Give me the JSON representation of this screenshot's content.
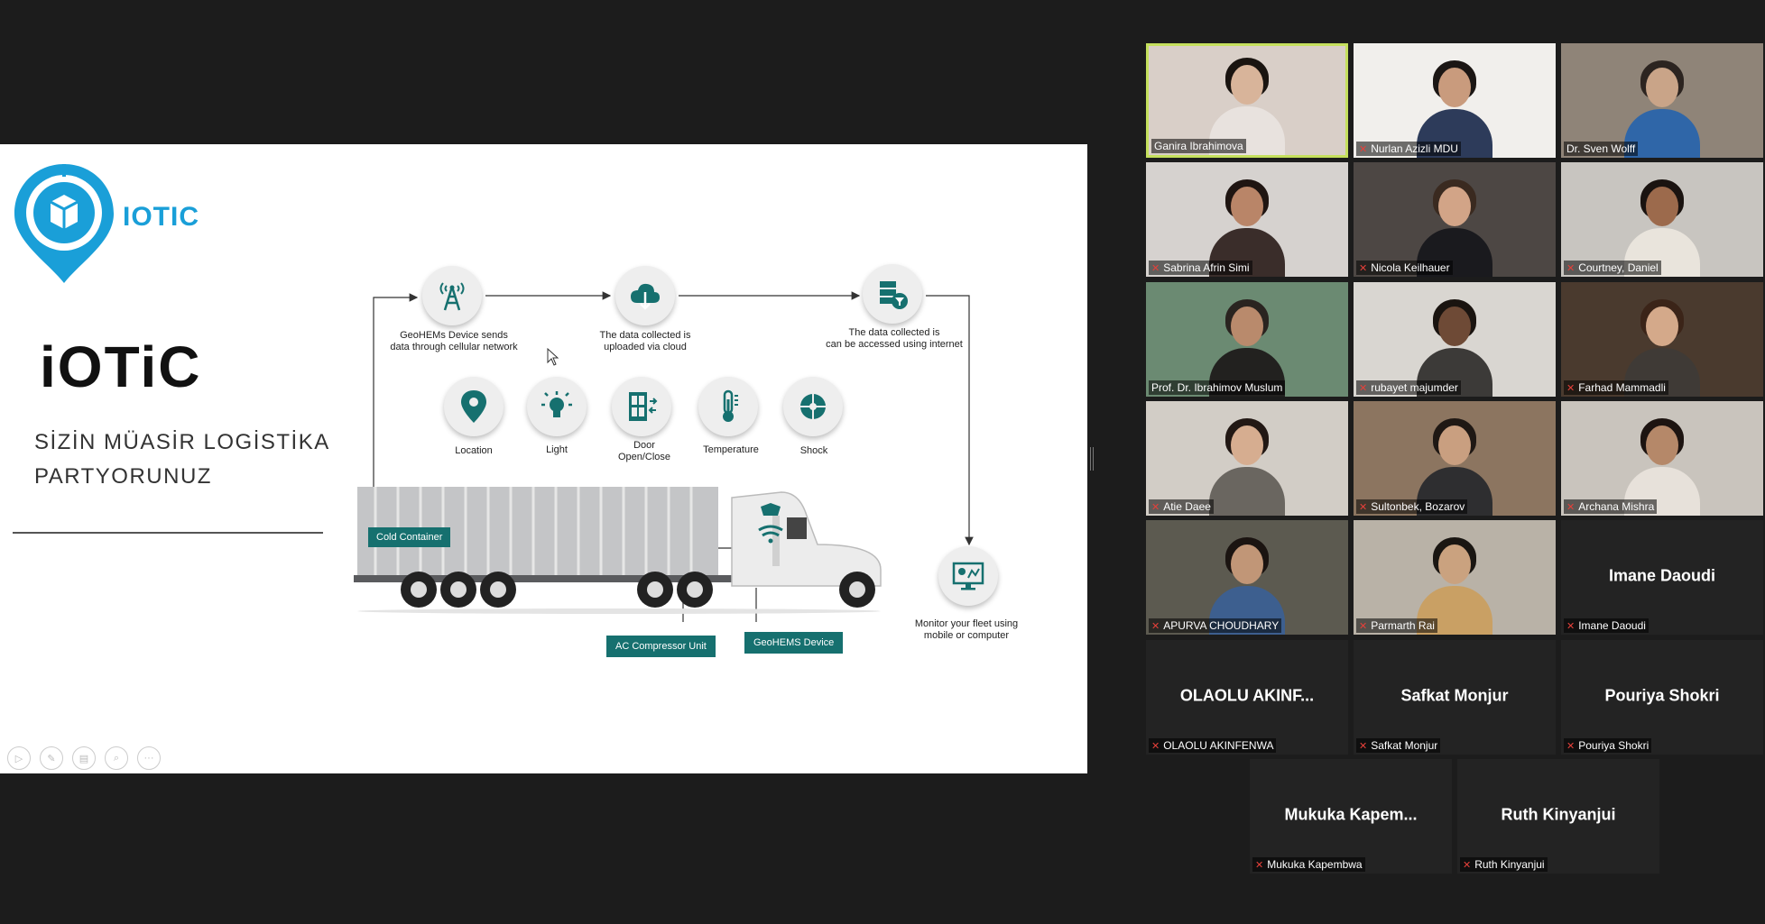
{
  "slide": {
    "logo_text": "IOTIC",
    "title": "iOTiC",
    "subtitle_line1": "SİZİN MÜASİR LOGİSTİKA",
    "subtitle_line2": "PARTYORUNUZ",
    "steps": [
      {
        "icon": "cell-tower-icon",
        "caption_1": "GeoHEMs Device sends",
        "caption_2": "data through cellular network"
      },
      {
        "icon": "cloud-upload-icon",
        "caption_1": "The data collected is",
        "caption_2": "uploaded via cloud"
      },
      {
        "icon": "server-filter-icon",
        "caption_1": "The data collected is",
        "caption_2": "can be accessed using internet"
      }
    ],
    "sensors": [
      {
        "icon": "location-pin-icon",
        "label_1": "Location",
        "label_2": ""
      },
      {
        "icon": "lightbulb-icon",
        "label_1": "Light",
        "label_2": ""
      },
      {
        "icon": "door-icon",
        "label_1": "Door",
        "label_2": "Open/Close"
      },
      {
        "icon": "thermometer-icon",
        "label_1": "Temperature",
        "label_2": ""
      },
      {
        "icon": "shock-crosshair-icon",
        "label_1": "Shock",
        "label_2": ""
      }
    ],
    "cold_container_label": "Cold Container",
    "ac_unit_label": "AC Compressor Unit",
    "device_label": "GeoHEMS Device",
    "monitor_caption_1": "Monitor your fleet using",
    "monitor_caption_2": "mobile or computer",
    "controls": [
      "play-icon",
      "pen-icon",
      "slides-icon",
      "zoom-icon",
      "more-icon"
    ]
  },
  "participants": [
    {
      "name": "Ganira Ibrahimova",
      "muted": false,
      "video": true,
      "active": true,
      "bg": "#d9cfc8",
      "skin": "#d8b49a",
      "hair": "#1a1410",
      "shirt": "#e8e2de"
    },
    {
      "name": "Nurlan Azizli MDU",
      "muted": true,
      "video": true,
      "active": false,
      "bg": "#f1efec",
      "skin": "#c99b7d",
      "hair": "#1b1614",
      "shirt": "#2d3b5a"
    },
    {
      "name": "Dr. Sven Wolff",
      "muted": false,
      "video": true,
      "active": false,
      "bg": "#8f8478",
      "skin": "#c9a488",
      "hair": "#2c2420",
      "shirt": "#2f66a8"
    },
    {
      "name": "Sabrina Afrin Simi",
      "muted": true,
      "video": true,
      "active": false,
      "bg": "#d6d2cf",
      "skin": "#b98568",
      "hair": "#1f1512",
      "shirt": "#3a2d2a"
    },
    {
      "name": "Nicola Keilhauer",
      "muted": true,
      "video": true,
      "active": false,
      "bg": "#4d4744",
      "skin": "#d2a487",
      "hair": "#3a2a20",
      "shirt": "#1a1a1e"
    },
    {
      "name": "Courtney, Daniel",
      "muted": true,
      "video": true,
      "active": false,
      "bg": "#c8c5c0",
      "skin": "#9c6a4c",
      "hair": "#1a1310",
      "shirt": "#e9e4dc"
    },
    {
      "name": "Prof. Dr. Ibrahimov Muslum",
      "muted": false,
      "video": true,
      "active": false,
      "bg": "#6b8a72",
      "skin": "#b98a6c",
      "hair": "#2a2420",
      "shirt": "#22211f"
    },
    {
      "name": "rubayet majumder",
      "muted": true,
      "video": true,
      "active": false,
      "bg": "#d9d6d1",
      "skin": "#6e4a36",
      "hair": "#1a1410",
      "shirt": "#3c3a38"
    },
    {
      "name": "Farhad Mammadli",
      "muted": true,
      "video": true,
      "active": false,
      "bg": "#4a3a2e",
      "skin": "#d4a98a",
      "hair": "#3b2418",
      "shirt": "#3f3a36"
    },
    {
      "name": "Atie Daee",
      "muted": true,
      "video": true,
      "active": false,
      "bg": "#d2cdc6",
      "skin": "#d6ad90",
      "hair": "#221814",
      "shirt": "#6a6660"
    },
    {
      "name": "Sultonbek, Bozarov",
      "muted": true,
      "video": true,
      "active": false,
      "bg": "#8c7560",
      "skin": "#c99f80",
      "hair": "#1f1814",
      "shirt": "#2e2e30"
    },
    {
      "name": "Archana Mishra",
      "muted": true,
      "video": true,
      "active": false,
      "bg": "#c9c4bd",
      "skin": "#b58869",
      "hair": "#1d1411",
      "shirt": "#e7e1da"
    },
    {
      "name": "APURVA CHOUDHARY",
      "muted": true,
      "video": true,
      "active": false,
      "bg": "#5c5a50",
      "skin": "#c19677",
      "hair": "#1b1411",
      "shirt": "#3d5f8f"
    },
    {
      "name": "Parmarth Rai",
      "muted": true,
      "video": true,
      "active": false,
      "bg": "#b9b2a7",
      "skin": "#caa27f",
      "hair": "#1a1612",
      "shirt": "#c9a064"
    },
    {
      "name": "Imane Daoudi",
      "display": "Imane Daoudi",
      "muted": true,
      "video": false,
      "active": false
    },
    {
      "name": "OLAOLU AKINFENWA",
      "display": "OLAOLU  AKINF...",
      "muted": true,
      "video": false,
      "active": false
    },
    {
      "name": "Safkat Monjur",
      "display": "Safkat Monjur",
      "muted": true,
      "video": false,
      "active": false
    },
    {
      "name": "Pouriya Shokri",
      "display": "Pouriya Shokri",
      "muted": true,
      "video": false,
      "active": false
    },
    {
      "name": "Mukuka Kapembwa",
      "display": "Mukuka  Kapem...",
      "muted": true,
      "video": false,
      "active": false
    },
    {
      "name": "Ruth Kinyanjui",
      "display": "Ruth Kinyanjui",
      "muted": true,
      "video": false,
      "active": false
    }
  ]
}
